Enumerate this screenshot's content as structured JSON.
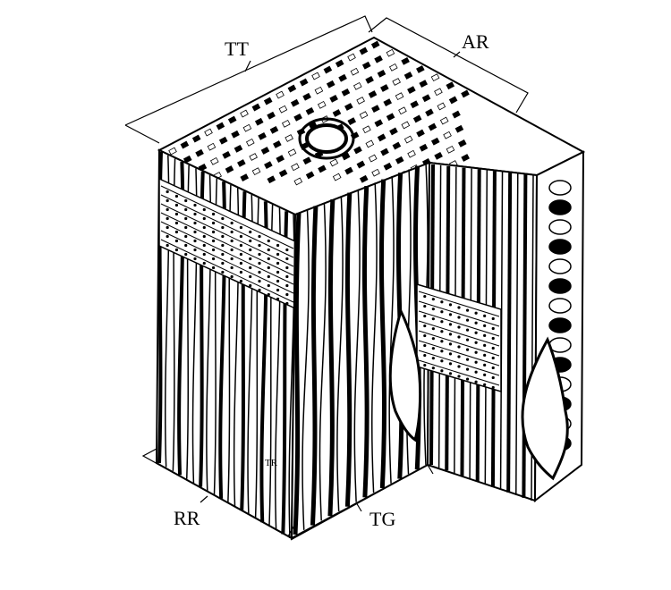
{
  "labels": {
    "tt": "TT",
    "ar": "AR",
    "rr": "RR",
    "tg": "TG",
    "tr": "TR"
  },
  "colors": {
    "ink": "#000000",
    "paper": "#ffffff",
    "cell_shade": "#1a1a1a"
  }
}
